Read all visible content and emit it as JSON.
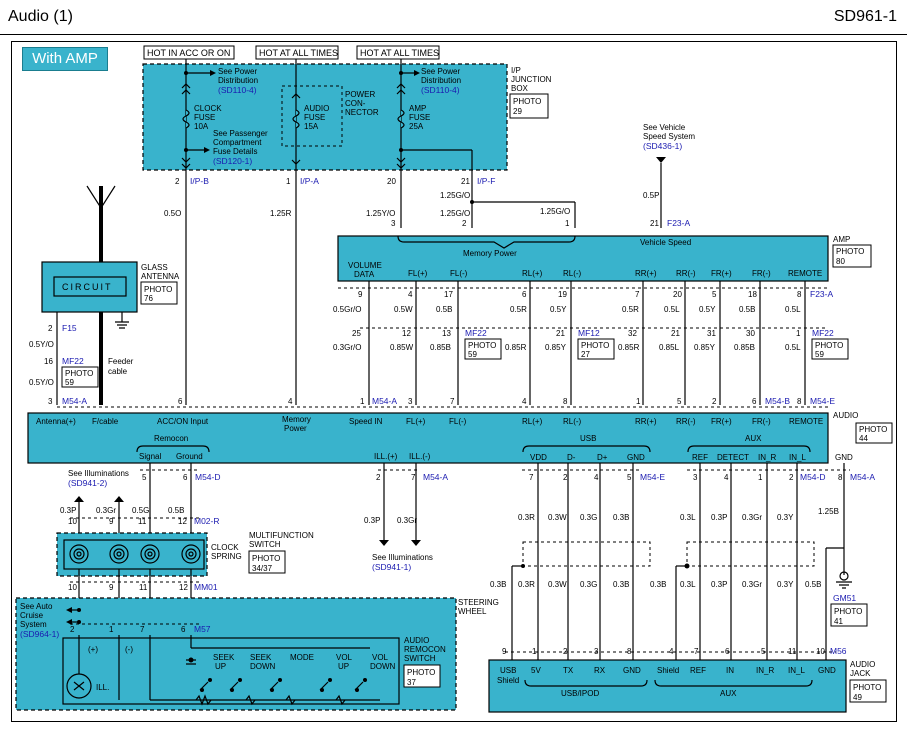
{
  "header": {
    "title": "Audio (1)",
    "code": "SD961-1",
    "badge": "With AMP"
  },
  "colors": {
    "panel": "#39b3cc",
    "link": "#1a1ab0",
    "line": "#000000"
  },
  "hot_labels": [
    "HOT IN ACC OR ON",
    "HOT AT ALL TIMES",
    "HOT AT ALL TIMES"
  ],
  "junction": {
    "title": [
      "I/P",
      "JUNCTION",
      "BOX"
    ],
    "photo": [
      "PHOTO",
      "29"
    ],
    "see_power_1": [
      "See Power",
      "Distribution"
    ],
    "see_power_1_ref": "(SD110-4)",
    "see_power_2": [
      "See Power",
      "Distribution"
    ],
    "see_power_2_ref": "(SD110-4)",
    "clock_fuse": [
      "CLOCK",
      "FUSE",
      "10A"
    ],
    "audio_fuse": [
      "AUDIO",
      "FUSE",
      "15A"
    ],
    "amp_fuse": [
      "AMP",
      "FUSE",
      "25A"
    ],
    "power_connector": [
      "POWER",
      "CON-",
      "NECTOR"
    ],
    "see_passenger": [
      "See Passenger",
      "Compartment",
      "Fuse Details"
    ],
    "see_passenger_ref": "(SD120-1)"
  },
  "ip_pins": {
    "p1": "2",
    "c1": "I/P-B",
    "p2": "1",
    "c2": "I/P-A",
    "p3": "20",
    "p4": "21",
    "c4": "I/P-F"
  },
  "wires_top": {
    "w1": "0.5O",
    "w2": "1.25R",
    "w3": "1.25Y/O",
    "w4": "1.25G/O",
    "w5": "1.25G/O",
    "w6": "1.25G/O",
    "w7": "0.5P"
  },
  "vss": {
    "text": [
      "See Vehicle",
      "Speed System"
    ],
    "ref": "(SD436-1)"
  },
  "amp": {
    "title": "AMP",
    "photo": [
      "PHOTO",
      "80"
    ],
    "memory_power": "Memory Power",
    "vehicle_speed": "Vehicle Speed",
    "top_pins": [
      "3",
      "2",
      "1",
      "21"
    ],
    "top_conn": "F23-A",
    "labels": [
      "VOLUME",
      "DATA",
      "FL(+)",
      "FL(-)",
      "RL(+)",
      "RL(-)",
      "RR(+)",
      "RR(-)",
      "FR(+)",
      "FR(-)",
      "REMOTE"
    ],
    "pins": [
      "9",
      "4",
      "17",
      "6",
      "19",
      "7",
      "20",
      "5",
      "18",
      "8"
    ],
    "conn": "F23-A",
    "wires": [
      "0.5Gr/O",
      "0.5W",
      "0.5B",
      "0.5R",
      "0.5Y",
      "0.5R",
      "0.5L",
      "0.5Y",
      "0.5B",
      "0.5L"
    ]
  },
  "mid_conn": {
    "pins": [
      "25",
      "12",
      "13",
      "21",
      "32",
      "21",
      "31",
      "30",
      "1"
    ],
    "mf22": "MF22",
    "mf12": "MF12",
    "mf22b": "MF22",
    "photo59": [
      "PHOTO",
      "59"
    ],
    "photo27": [
      "PHOTO",
      "27"
    ],
    "photo59b": [
      "PHOTO",
      "59"
    ],
    "wires": [
      "0.3Gr/O",
      "0.85W",
      "0.85B",
      "0.85R",
      "0.85Y",
      "0.85R",
      "0.85L",
      "0.85Y",
      "0.85B",
      "0.5L"
    ]
  },
  "antenna": {
    "title": [
      "GLASS",
      "ANTENNA"
    ],
    "circuit": "CIRCUIT",
    "photo": [
      "PHOTO",
      "76"
    ],
    "pin": "2",
    "conn": "F15",
    "w1": "0.5Y/O",
    "pin16": "16",
    "mf22": "MF22",
    "photo59": [
      "PHOTO",
      "59"
    ],
    "w2": "0.5Y/O",
    "feeder": [
      "Feeder",
      "cable"
    ],
    "pin3": "3",
    "m54a": "M54-A"
  },
  "audio_pins": {
    "p6": "6",
    "p4": "4",
    "p1": "1",
    "c1": "M54-A",
    "p3": "3",
    "p7": "7",
    "p4b": "4",
    "p8": "8",
    "p1b": "1",
    "p5": "5",
    "p2": "2",
    "p6b": "6",
    "c2": "M54-B",
    "p8b": "8",
    "c3": "M54-E"
  },
  "audio": {
    "title": "AUDIO",
    "photo": [
      "PHOTO",
      "44"
    ],
    "labels": [
      "Antenna(+)",
      "F/cable",
      "ACC/ON Input",
      "Memory",
      "Power",
      "Speed IN",
      "FL(+)",
      "FL(-)",
      "RL(+)",
      "RL(-)",
      "RR(+)",
      "RR(-)",
      "FR(+)",
      "FR(-)",
      "REMOTE"
    ],
    "remocon": "Remocon",
    "signal": "Signal",
    "ground": "Ground",
    "ill_p": "ILL.(+)",
    "ill_m": "ILL.(-)",
    "usb": "USB",
    "usb_pins": [
      "VDD",
      "D-",
      "D+",
      "GND"
    ],
    "aux": "AUX",
    "aux_pins": [
      "REF",
      "DETECT",
      "IN_R",
      "IN_L"
    ],
    "gnd": "GND"
  },
  "bottom_pins": {
    "a": [
      "5",
      "6"
    ],
    "ca": "M54-D",
    "ill": [
      "2",
      "7"
    ],
    "cill": "M54-A",
    "usb": [
      "7",
      "2",
      "4",
      "5"
    ],
    "cusb": "M54-E",
    "aux": [
      "3",
      "4",
      "1",
      "2"
    ],
    "caux": "M54-D",
    "gnd": "8",
    "cgnd": "M54-A"
  },
  "ill_links": {
    "text": "See Illuminations",
    "ref": "(SD941-2)",
    "ref2": "(SD941-1)",
    "w1": "0.3P",
    "w2": "0.3Gr"
  },
  "remocon_wires": {
    "w1": "0.5B",
    "w2": "0.5G",
    "w3": "0.3P",
    "w4": "0.3Gr",
    "pins": [
      "10",
      "9",
      "11",
      "12"
    ],
    "conn": "M02-R"
  },
  "clock_spring": {
    "title": [
      "MULTIFUNCTION",
      "SWITCH"
    ],
    "cs": [
      "CLOCK",
      "SPRING"
    ],
    "photo": [
      "PHOTO",
      "34/37"
    ],
    "pins": [
      "10",
      "9",
      "11",
      "12"
    ],
    "conn": "MM01"
  },
  "steering": {
    "title": [
      "STEERING",
      "WHEEL"
    ],
    "see": [
      "See Auto",
      "Cruise",
      "System"
    ],
    "ref": "(SD964-1)",
    "pins": [
      "2",
      "1",
      "7",
      "6"
    ],
    "conn": "M57"
  },
  "remocon_sw": {
    "title": [
      "AUDIO",
      "REMOCON",
      "SWITCH"
    ],
    "photo": [
      "PHOTO",
      "37"
    ],
    "plus": "(+)",
    "minus": "(-)",
    "ill": "ILL.",
    "buttons": [
      "SEEK",
      "UP",
      "SEEK",
      "DOWN",
      "MODE",
      "VOL",
      "UP",
      "VOL",
      "DOWN"
    ]
  },
  "usb_wires": {
    "top": [
      "0.3R",
      "0.3W",
      "0.3G",
      "0.3B"
    ],
    "bottom": [
      "0.3B",
      "0.3R",
      "0.3W",
      "0.3G",
      "0.3B"
    ]
  },
  "aux_wires": {
    "top": [
      "0.3L",
      "0.3P",
      "0.3Gr",
      "0.3Y"
    ],
    "bottom": [
      "0.3B",
      "0.3L",
      "0.3P",
      "0.3Gr",
      "0.3Y",
      "0.5B"
    ]
  },
  "gnd": {
    "wire": "1.25B",
    "name": "GM51",
    "photo": [
      "PHOTO",
      "41"
    ]
  },
  "jack": {
    "title": [
      "AUDIO",
      "JACK"
    ],
    "photo": [
      "PHOTO",
      "49"
    ],
    "conn": "M56",
    "pins": [
      "9",
      "1",
      "2",
      "3",
      "8",
      "4",
      "7",
      "6",
      "5",
      "11",
      "10"
    ],
    "labels": [
      "USB",
      "Shield",
      "5V",
      "TX",
      "RX",
      "GND",
      "Shield",
      "REF",
      "IN",
      "IN_R",
      "IN_L",
      "GND"
    ],
    "usb_ipod": "USB/IPOD",
    "aux": "AUX"
  }
}
